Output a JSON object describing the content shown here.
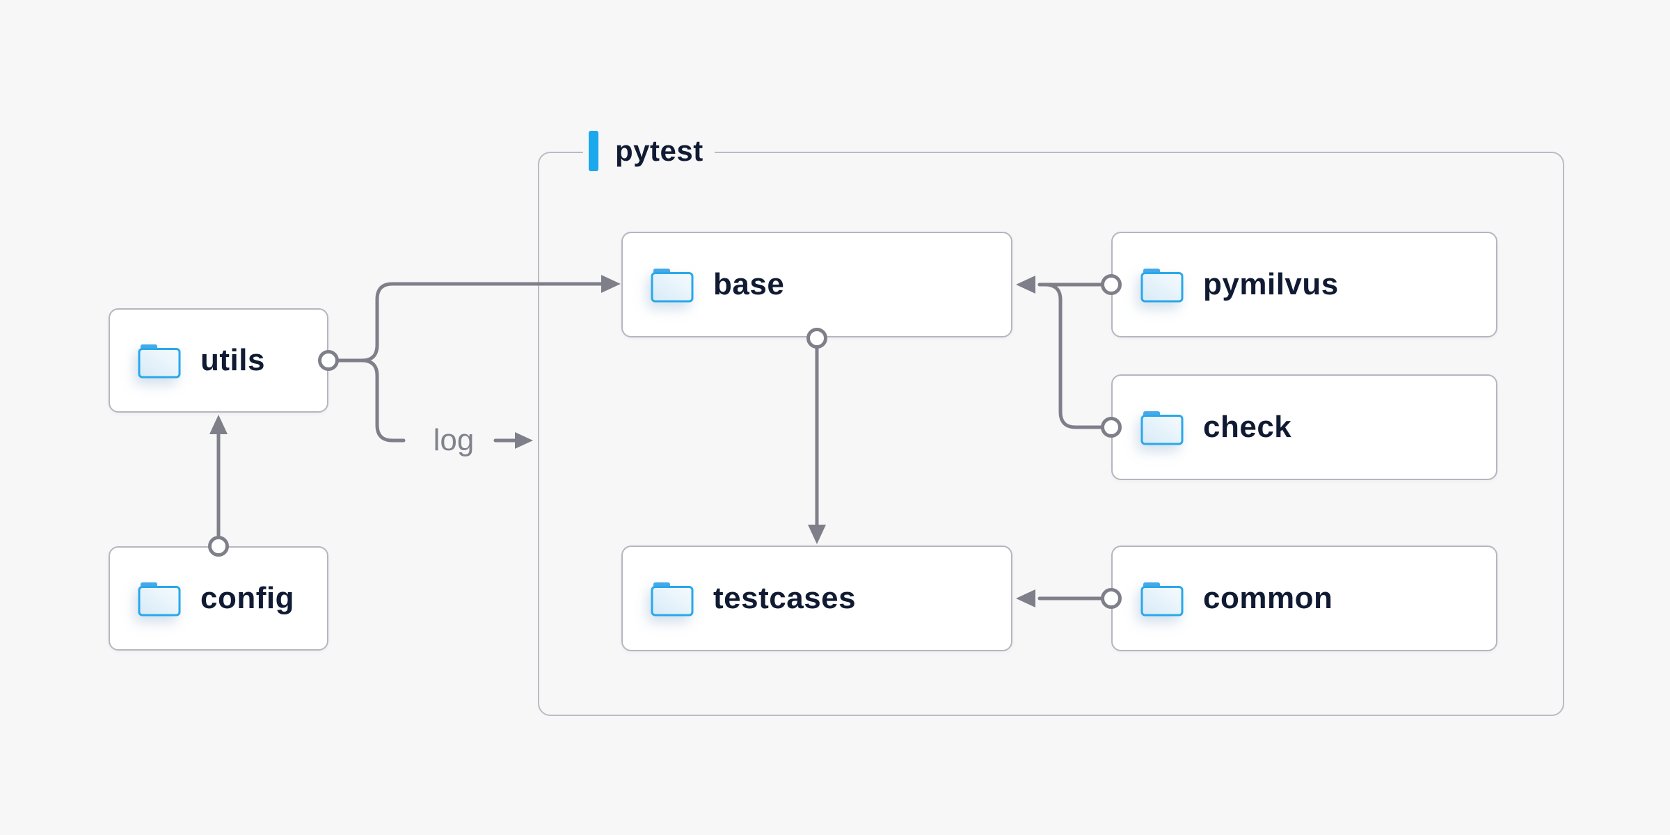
{
  "page": {
    "background": "#f7f7f8"
  },
  "colors": {
    "accent_blue": "#1ba8ec",
    "folder_border_blue": "#29a8ea",
    "folder_tab_blue": "#44a9e8",
    "folder_fill_light": "#eaf4fb",
    "text_navy": "#101b33",
    "connector_gray": "#7f7f8a",
    "edge_label_gray": "#82828d",
    "box_border_gray": "#b7b5bf",
    "group_border_gray": "#bcbac4"
  },
  "group": {
    "label": "pytest"
  },
  "nodes": {
    "utils": {
      "label": "utils",
      "icon": "folder-icon"
    },
    "config": {
      "label": "config",
      "icon": "folder-icon"
    },
    "base": {
      "label": "base",
      "icon": "folder-icon"
    },
    "testcases": {
      "label": "testcases",
      "icon": "folder-icon"
    },
    "pymilvus": {
      "label": "pymilvus",
      "icon": "folder-icon"
    },
    "check": {
      "label": "check",
      "icon": "folder-icon"
    },
    "common": {
      "label": "common",
      "icon": "folder-icon"
    }
  },
  "edges": [
    {
      "from": "config",
      "to": "utils",
      "label": ""
    },
    {
      "from": "utils",
      "to": "base",
      "label": ""
    },
    {
      "from": "utils",
      "to": "pytest",
      "label": "log"
    },
    {
      "from": "pymilvus",
      "to": "base",
      "label": ""
    },
    {
      "from": "check",
      "to": "base",
      "label": ""
    },
    {
      "from": "base",
      "to": "testcases",
      "label": ""
    },
    {
      "from": "common",
      "to": "testcases",
      "label": ""
    }
  ]
}
